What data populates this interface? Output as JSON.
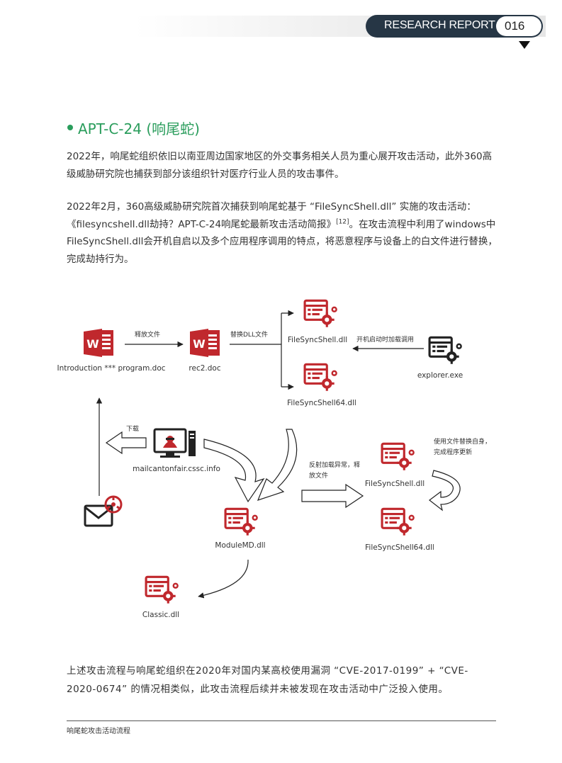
{
  "header": {
    "title": "RESEARCH REPORT",
    "page": "016"
  },
  "section": {
    "title": "APT-C-24 (响尾蛇)"
  },
  "paragraphs": {
    "p1": "2022年，响尾蛇组织依旧以南亚周边国家地区的外交事务相关人员为重心展开攻击活动，此外360高级威胁研究院也捕获到部分该组织针对医疗行业人员的攻击事件。",
    "p2_a": "2022年2月，360高级威胁研究院首次捕获到响尾蛇基于 “FileSyncShell.dll” 实施的攻击活动：《filesyncshell.dll劫持？APT-C-24响尾蛇最新攻击活动简报》",
    "p2_ref": "[12]",
    "p2_b": "。在攻击流程中利用了windows中FileSyncShell.dll会开机自启以及多个应用程序调用的特点，将恶意程序与设备上的白文件进行替换，完成劫持行为。",
    "p3": "上述攻击流程与响尾蛇组织在2020年对国内某高校使用漏洞 “CVE-2017-0199” + “CVE-2020-0674” 的情况相类似，此攻击流程后续并未被发现在攻击活动中广泛投入使用。"
  },
  "diagram": {
    "nodes": {
      "doc1": "Introduction *** program.doc",
      "doc2": "rec2.doc",
      "fss1": "FileSyncShell.dll",
      "fss64_1": "FileSyncShell64.dll",
      "explorer": "explorer.exe",
      "mail_server": "mailcantonfair.cssc.info",
      "module": "ModuleMD.dll",
      "classic": "Classic.dll",
      "fss2": "FileSyncShell.dll",
      "fss64_2": "FileSyncShell64.dll"
    },
    "edges": {
      "release": "释放文件",
      "replace_dll": "替换DLL文件",
      "boot_load": "开机启动时加载调用",
      "download": "下载",
      "reflect_line1": "反射加载异常，释",
      "reflect_line2": "放文件",
      "self_update_line1": "使用文件替换自身，",
      "self_update_line2": "完成程序更新"
    },
    "icons": {
      "word": "word-document-icon",
      "dll": "dll-window-gear-icon",
      "exe": "exe-window-gear-icon",
      "hacker": "hacker-computer-icon",
      "mail": "malicious-email-icon"
    }
  },
  "footer": {
    "caption": "响尾蛇攻击活动流程"
  },
  "colors": {
    "accent_green": "#2a9d5c",
    "header_dark": "#263645",
    "icon_red": "#c0282d"
  }
}
